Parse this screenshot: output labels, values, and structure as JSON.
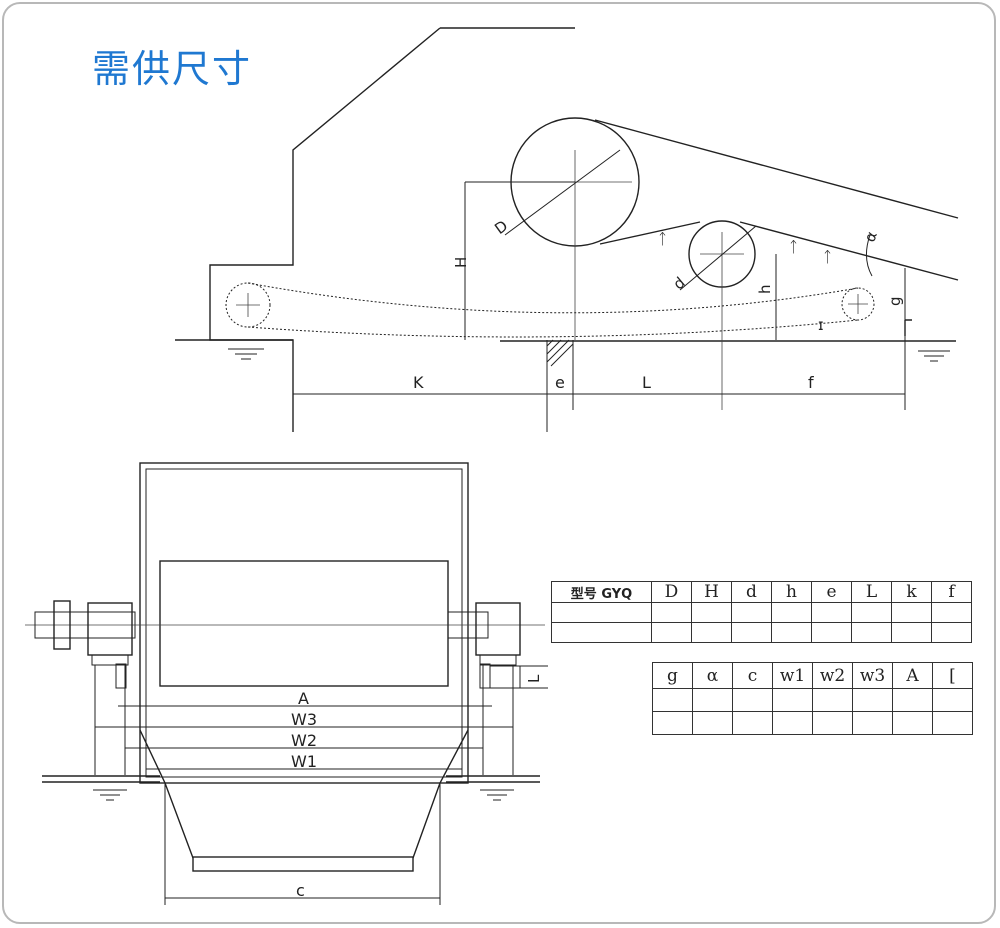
{
  "title": "需供尺寸",
  "side_view": {
    "labels": {
      "D": "D",
      "H": "H",
      "d": "d",
      "h": "h",
      "g": "g",
      "alpha": "α",
      "K": "K",
      "e": "e",
      "L": "L",
      "f": "f"
    }
  },
  "front_view": {
    "labels": {
      "A": "A",
      "W3": "W3",
      "W2": "W2",
      "W1": "W1",
      "c": "c",
      "L": "L"
    }
  },
  "table1": {
    "headers": [
      "型号 GYQ",
      "D",
      "H",
      "d",
      "h",
      "e",
      "L",
      "k",
      "f"
    ]
  },
  "table2": {
    "headers": [
      "g",
      "α",
      "c",
      "w1",
      "w2",
      "w3",
      "A",
      "["
    ]
  }
}
